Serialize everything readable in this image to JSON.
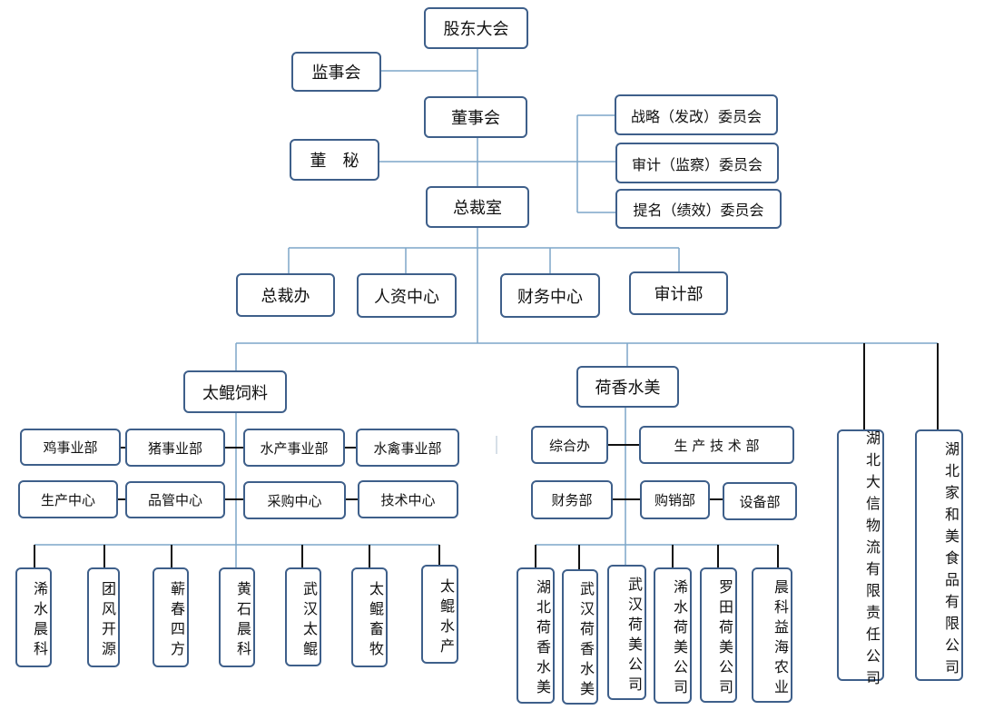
{
  "chart": {
    "shareholders": "股东大会",
    "supervisors": "监事会",
    "board": "董事会",
    "secretary": "董　秘",
    "committees": [
      "战略（发改）委员会",
      "审计（监察）委员会",
      "提名（绩效）委员会"
    ],
    "president_office": "总裁室",
    "departments": [
      "总裁办",
      "人资中心",
      "财务中心",
      "审计部"
    ],
    "taikun": {
      "name": "太鲲饲料",
      "row1": [
        "鸡事业部",
        "猪事业部",
        "水产事业部",
        "水禽事业部"
      ],
      "row2": [
        "生产中心",
        "品管中心",
        "采购中心",
        "技术中心"
      ],
      "subsidiaries": [
        "浠水晨科",
        "团风开源",
        "蕲春四方",
        "黄石晨科",
        "武汉太鲲",
        "太鲲畜牧",
        "太鲲水产"
      ]
    },
    "hexiang": {
      "name": "荷香水美",
      "row1": [
        "综合办",
        "生 产 技 术 部"
      ],
      "row2": [
        "财务部",
        "购销部",
        "设备部"
      ],
      "subsidiaries": [
        "湖北荷香水美",
        "武汉荷香水美",
        "武汉荷美公司",
        "浠水荷美公司",
        "罗田荷美公司",
        "晨科益海农业"
      ]
    },
    "independents": [
      "湖北大信物流有限责任公司",
      "湖北家和美食品有限公司"
    ]
  }
}
